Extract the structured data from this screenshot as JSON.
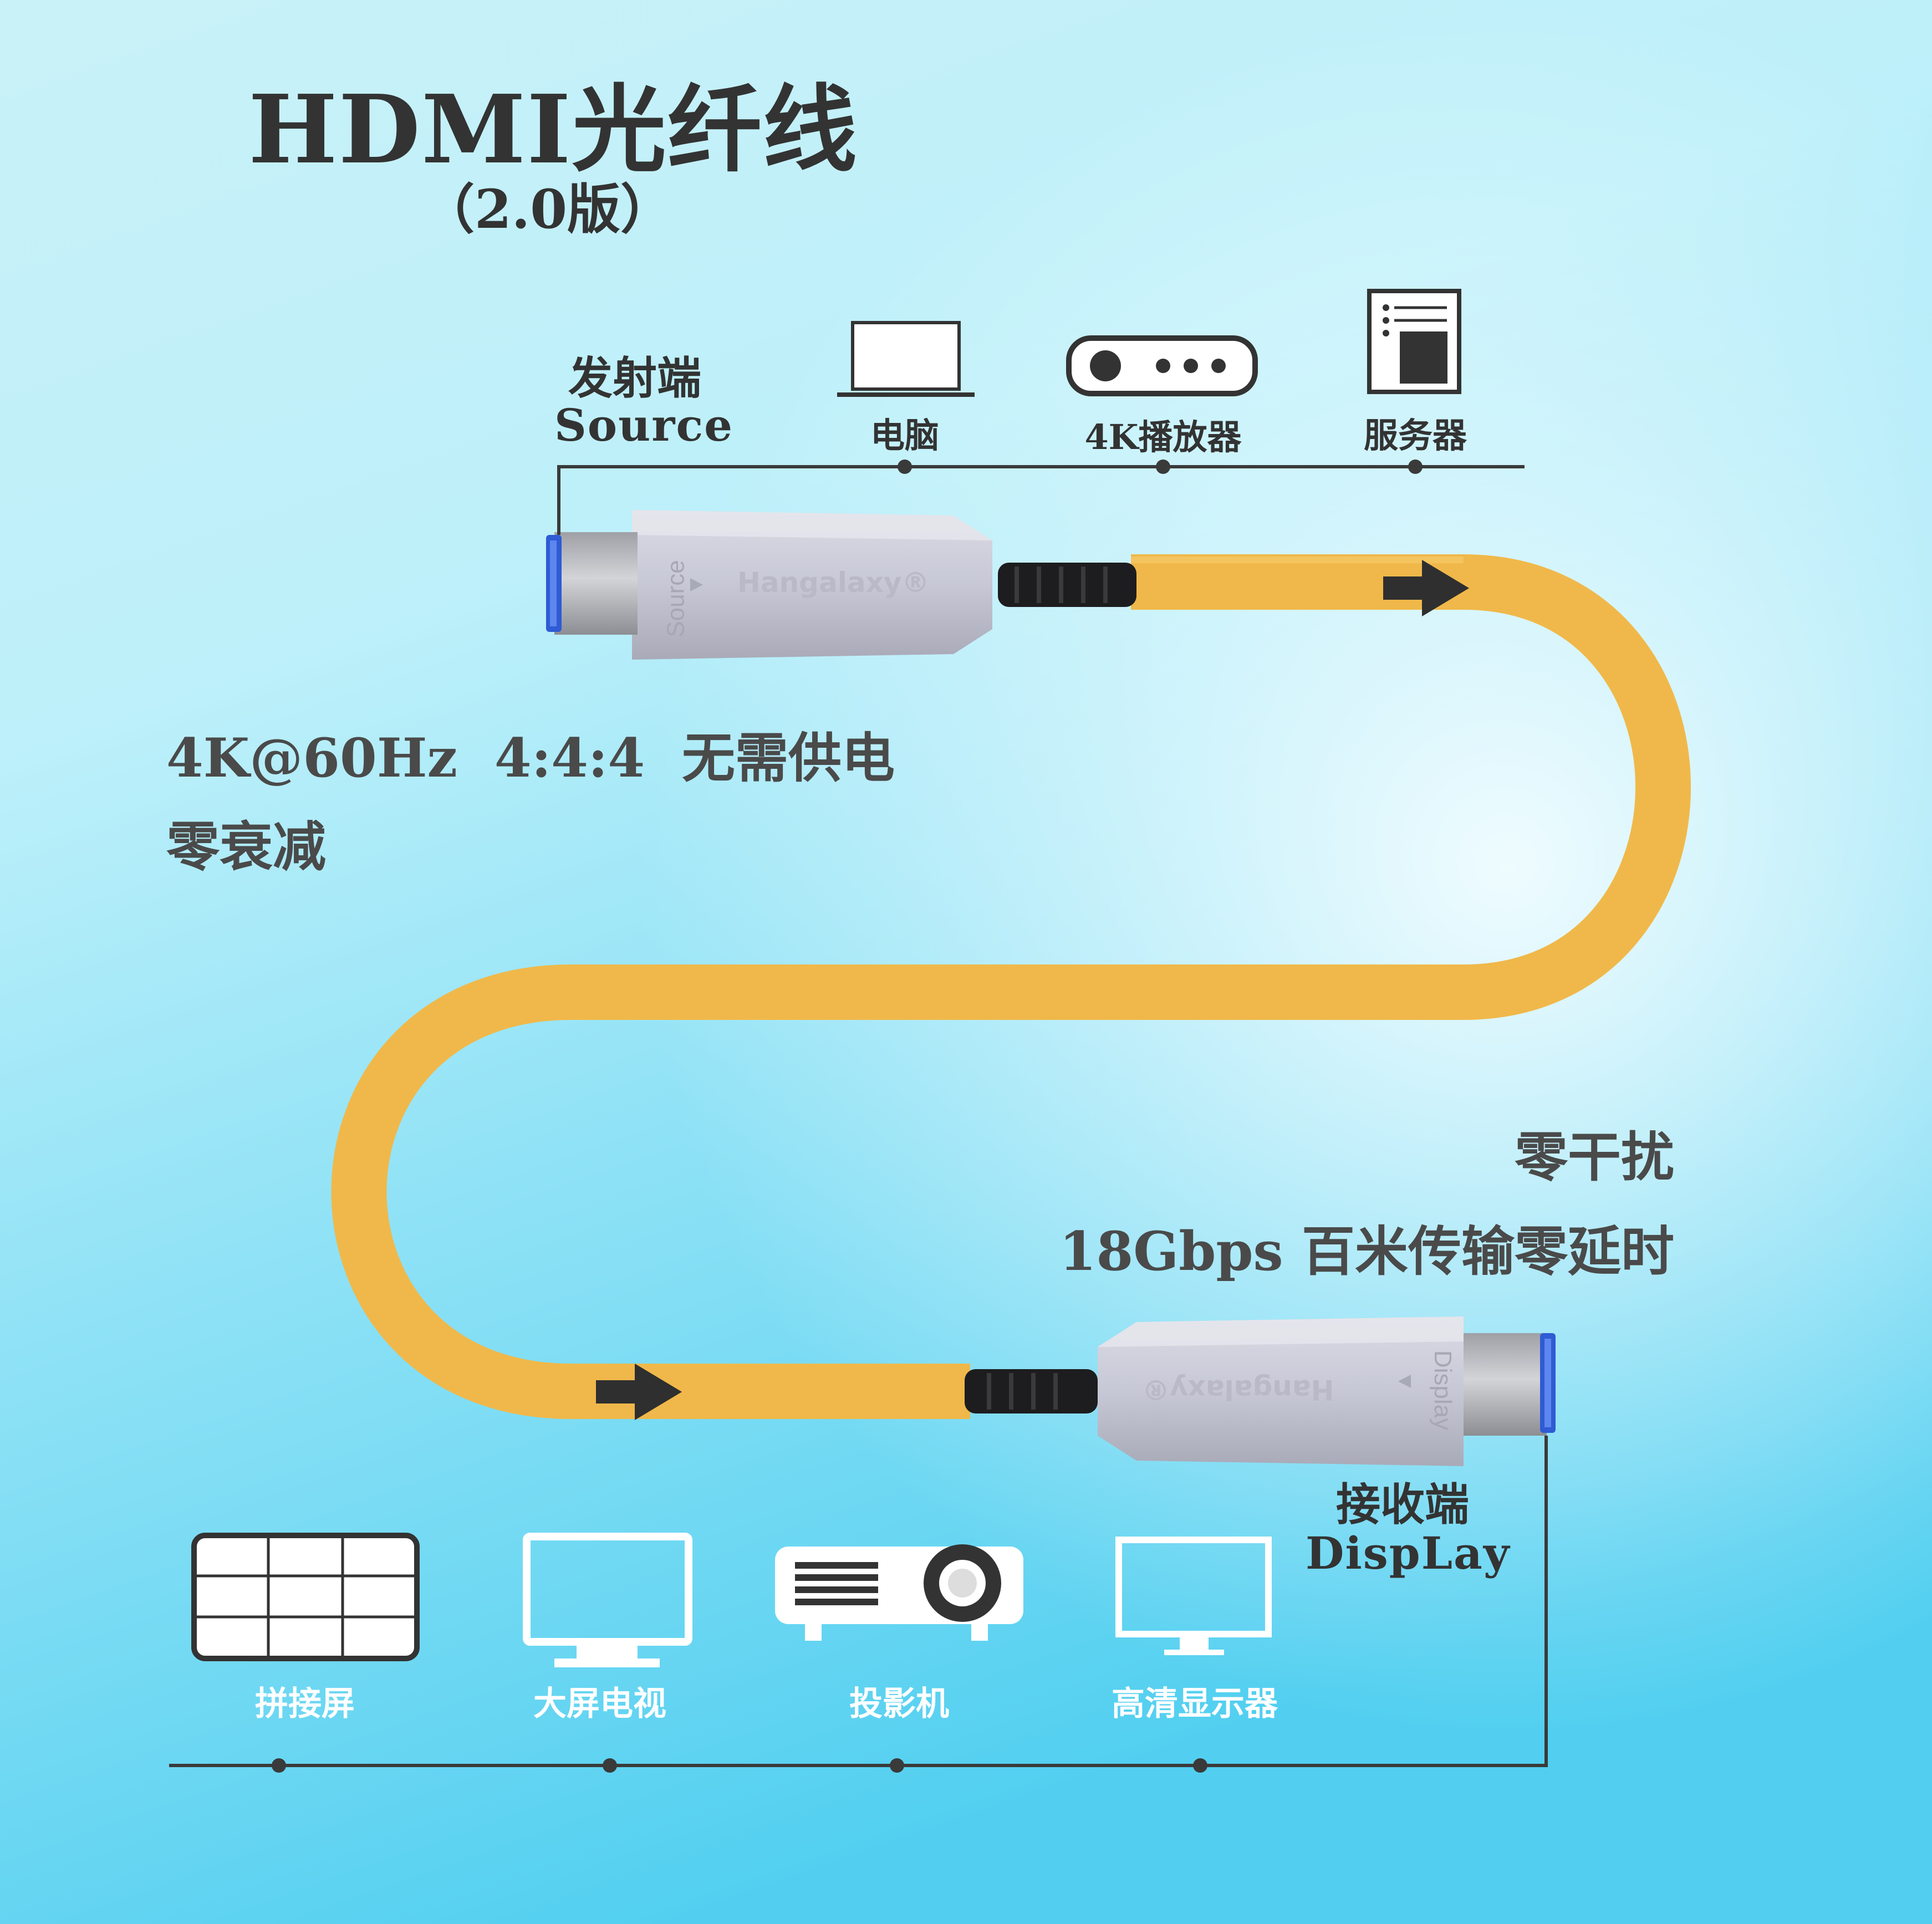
{
  "title": "HDMI光纤线",
  "subtitle": "（2.0版）",
  "source": {
    "label_cn": "发射端",
    "label_en": "Source",
    "devices": [
      "电脑",
      "4K播放器",
      "服务器"
    ]
  },
  "features": {
    "line1": "4K@60Hz  4:4:4  无需供电",
    "line2": "零衰减",
    "line3": "零干扰",
    "line4": "18Gbps 百米传输零延时"
  },
  "display": {
    "label_cn": "接收端",
    "label_en": "DispLay",
    "devices": [
      "拼接屏",
      "大屏电视",
      "投影机",
      "高清显示器"
    ]
  },
  "connector": {
    "brand": "Hangalaxy®",
    "source_port_label": "Source",
    "display_port_label": "Display"
  },
  "colors": {
    "cable": "#f0b84a",
    "background_top": "#d6f6fb",
    "background_bottom": "#4fd0f0",
    "text": "#4a4a4a"
  },
  "icons": [
    "laptop-icon",
    "media-player-icon",
    "server-icon",
    "video-wall-icon",
    "tv-icon",
    "projector-icon",
    "monitor-icon",
    "arrow-right-icon"
  ]
}
